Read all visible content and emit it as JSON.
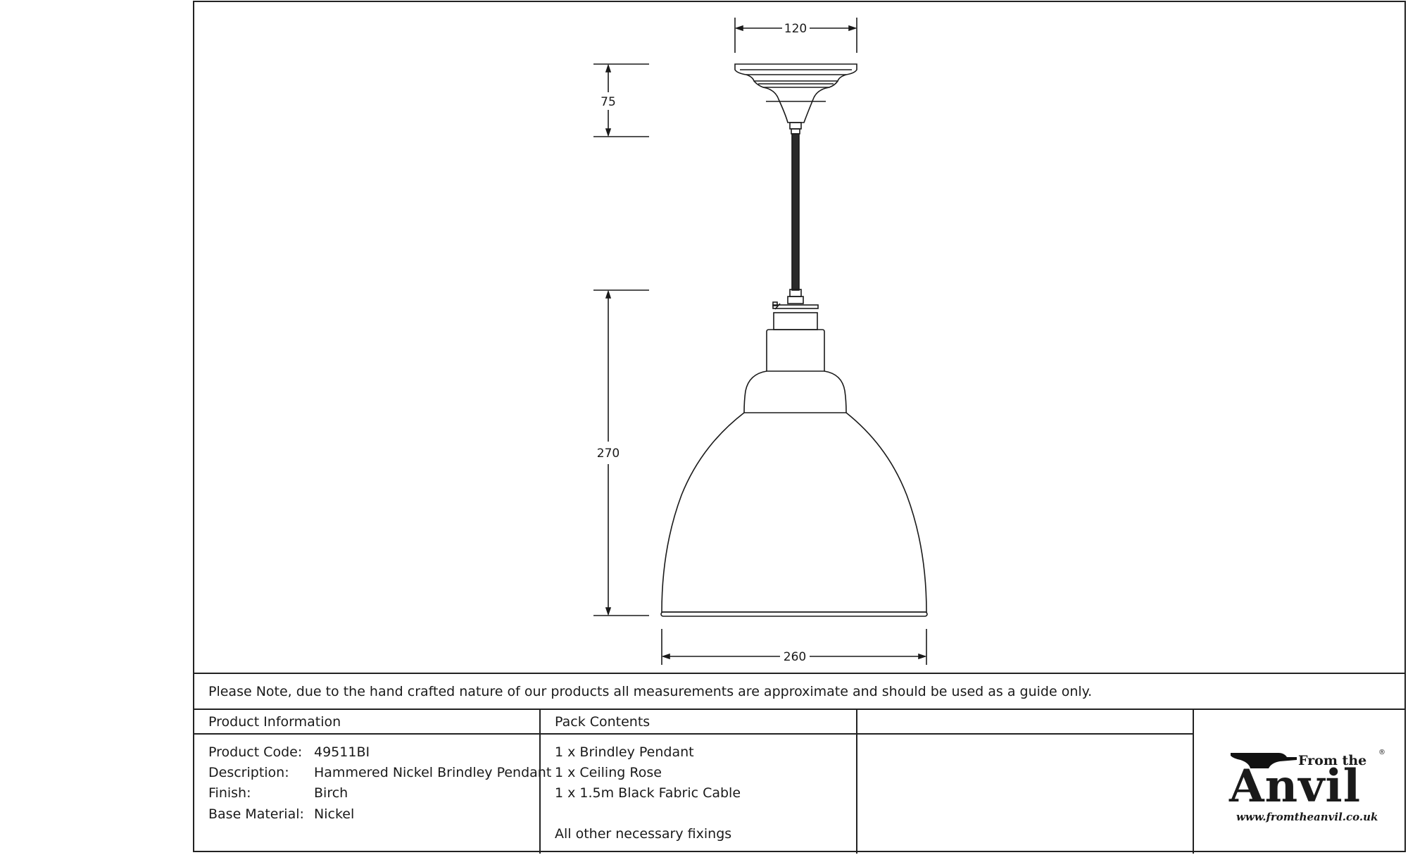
{
  "drawing": {
    "dimensions": {
      "rose_width": "120",
      "rose_height": "75",
      "shade_height": "270",
      "shade_width": "260"
    }
  },
  "note": "Please Note, due to the hand crafted nature of our products all measurements are approximate and should be used as a guide only.",
  "product_info": {
    "header": "Product Information",
    "rows": [
      {
        "key": "Product Code:",
        "value": "49511BI"
      },
      {
        "key": "Description:",
        "value": "Hammered Nickel Brindley Pendant"
      },
      {
        "key": "Finish:",
        "value": "Birch"
      },
      {
        "key": "Base Material:",
        "value": "Nickel"
      }
    ]
  },
  "pack_contents": {
    "header": "Pack Contents",
    "items": [
      "1 x Brindley Pendant",
      "1 x Ceiling Rose",
      "1 x 1.5m Black Fabric Cable",
      "All other necessary fixings"
    ]
  },
  "logo": {
    "from_the": "From the",
    "brand": "Anvil",
    "registered": "®",
    "url": "www.fromtheanvil.co.uk"
  }
}
